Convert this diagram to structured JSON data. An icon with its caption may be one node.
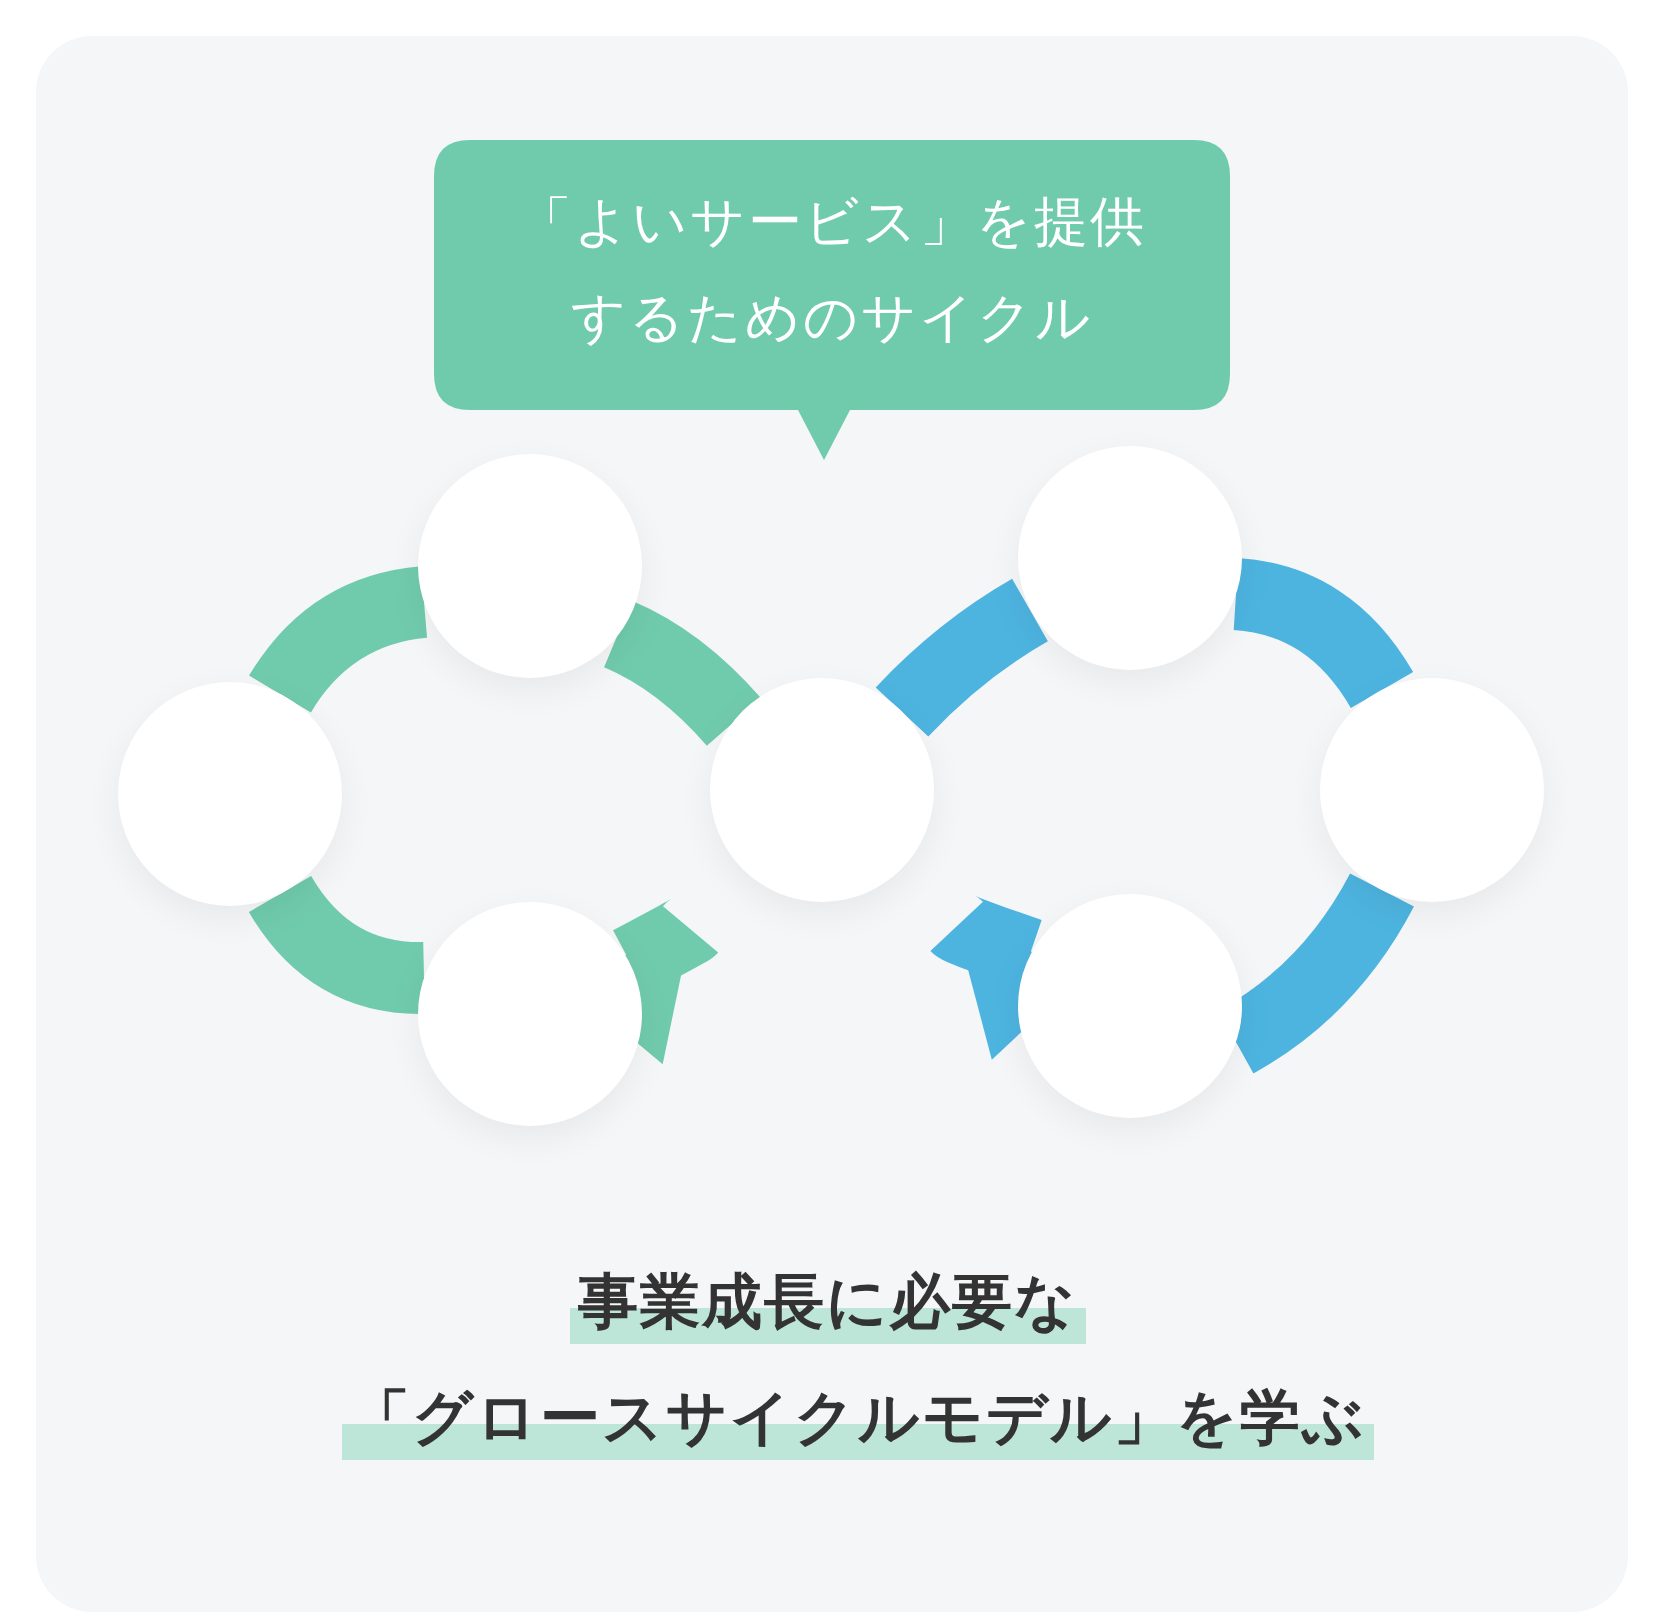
{
  "diagram": {
    "nodes": [
      {
        "text": [
          "「よいサービス」を提供するためのサイクル"
        ]
      },
      {
        "text": [],
        "shape": "circle"
      },
      {
        "text": [],
        "shape": "circle"
      },
      {
        "text": [],
        "shape": "circle"
      },
      {
        "text": [],
        "shape": "circle"
      },
      {
        "text": [],
        "shape": "circle"
      },
      {
        "text": [],
        "shape": "circle"
      },
      {
        "text": [],
        "shape": "circle"
      }
    ],
    "edges": [
      {
        "from": 1,
        "to": 2,
        "arrow": "none",
        "color": "#70cbac"
      },
      {
        "from": 2,
        "to": 3,
        "arrow": "none",
        "color": "#70cbac"
      },
      {
        "from": 3,
        "to": 4,
        "arrow": "none",
        "color": "#70cbac"
      },
      {
        "from": 4,
        "to": 1,
        "arrow": "to",
        "color": "#70cbac"
      },
      {
        "from": 1,
        "to": 5,
        "arrow": "none",
        "color": "#4db4e0"
      },
      {
        "from": 5,
        "to": 6,
        "arrow": "none",
        "color": "#4db4e0"
      },
      {
        "from": 6,
        "to": 7,
        "arrow": "none",
        "color": "#4db4e0"
      },
      {
        "from": 7,
        "to": 1,
        "arrow": "to",
        "color": "#4db4e0"
      }
    ],
    "labels": [
      "事業成長に必要な",
      "「グロースサイクルモデル」を学ぶ"
    ]
  }
}
